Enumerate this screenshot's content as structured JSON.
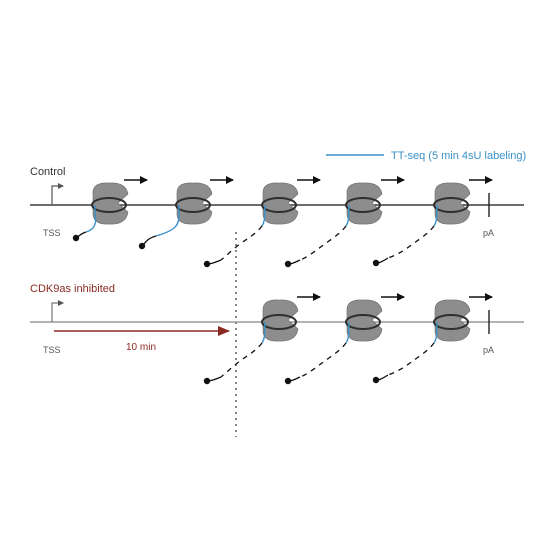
{
  "legend": {
    "text": "TT-seq (5 min 4sU labeling)",
    "color": "#3a8fc8"
  },
  "colors": {
    "control_track": "#3c3c3c",
    "inhibited_track": "#9a9a9a",
    "polymerase_fill": "#8d8d8d",
    "dna_ring": "#2f2f2f",
    "nascent_rna": "#3a8fc8",
    "inhibited_label": "#8b2a22",
    "arrow_10min": "#8b2a22"
  },
  "control": {
    "title": "Control",
    "tss_label": "TSS",
    "pa_label": "pA"
  },
  "inhibited": {
    "title": "CDK9as inhibited",
    "tss_label": "TSS",
    "pa_label": "pA",
    "delay_label": "10 min"
  },
  "icons": {
    "polymerase": "rna-polymerase-icon",
    "tss": "tss-bent-arrow-icon",
    "direction": "direction-arrow-icon"
  }
}
